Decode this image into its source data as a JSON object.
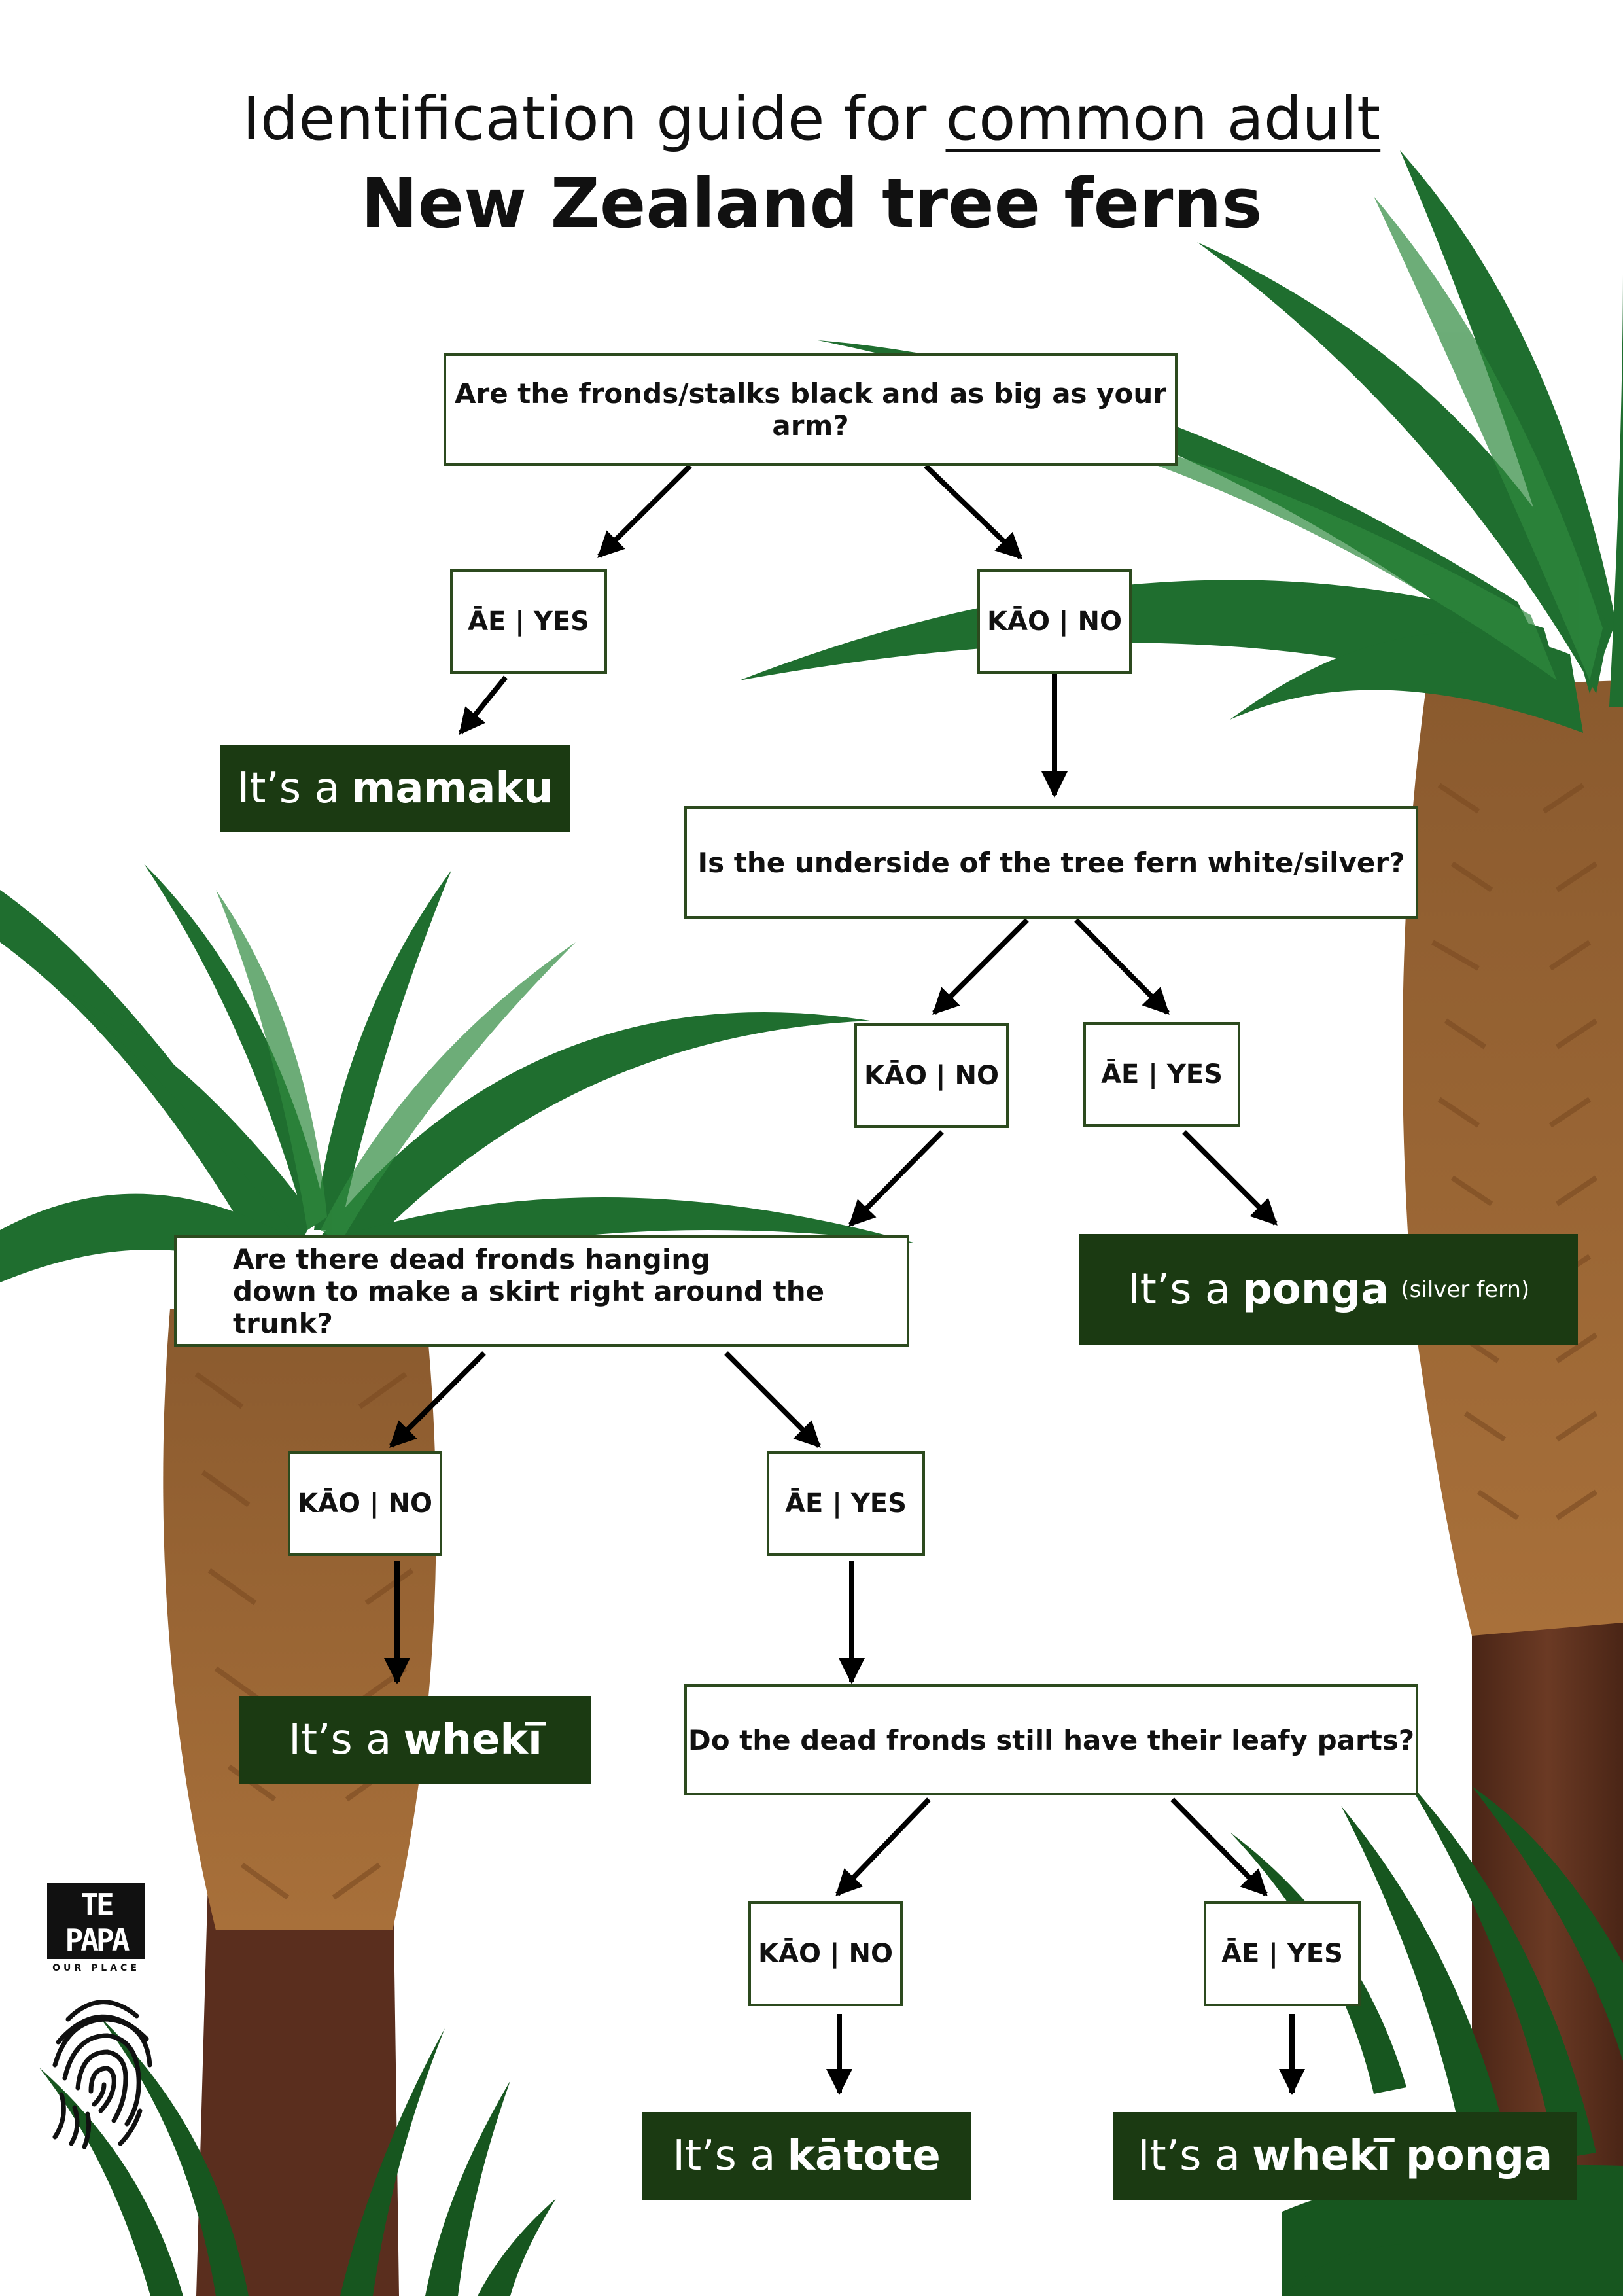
{
  "title": {
    "line1_prefix": "Identification guide for ",
    "line1_underlined": "common adult",
    "line2": "New Zealand tree ferns"
  },
  "questions": {
    "q1": "Are the fronds/stalks black and as big as your arm?",
    "q2": "Is the underside of the tree fern white/silver?",
    "q3_line1": "Are there dead fronds hanging",
    "q3_line2": "down to make a skirt right around the trunk?",
    "q4": "Do the dead fronds still have their leafy parts?"
  },
  "answers": {
    "yes": "ĀE | YES",
    "no": "KĀO | NO"
  },
  "results": {
    "prefix": "It’s a",
    "mamaku": "mamaku",
    "ponga": "ponga",
    "ponga_note": "(silver fern)",
    "wheki": "wheki̅",
    "katote": "kātote",
    "wheki_ponga": "wheki̅ ponga"
  },
  "logo": {
    "wordmark": "TE PAPA",
    "tagline": "OUR PLACE"
  },
  "colors": {
    "result_bg": "#1b3a12",
    "box_border": "#2c4a1e",
    "frond_green": "#1f6e2f",
    "trunk_brown": "#5a2e1e",
    "skirt_brown": "#9a6233"
  }
}
